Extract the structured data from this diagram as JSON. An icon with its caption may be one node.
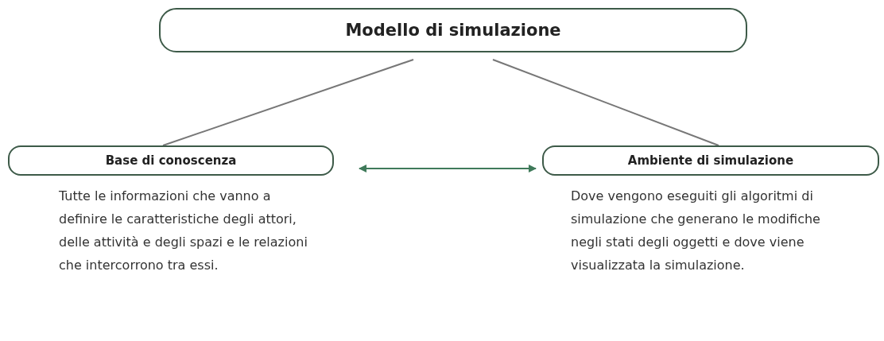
{
  "diagram": {
    "nodes": [
      {
        "text": [
          "Modello di simulazione"
        ]
      },
      {
        "text": [
          "Base di conoscenza"
        ],
        "beside": [
          "Tutte le informazioni che vanno a definire le caratteristiche degli attori, delle attività e degli spazi e le relazioni che intercorrono tra essi."
        ]
      },
      {
        "text": [
          "Ambiente di simulazione"
        ],
        "beside": [
          "Dove vengono eseguiti gli algoritmi di simulazione che generano le modifiche negli stati degli oggetti e dove viene visualizzata la simulazione."
        ]
      }
    ],
    "edges": [
      {
        "from": 0,
        "to": 1,
        "arrow": "none"
      },
      {
        "from": 0,
        "to": 2,
        "arrow": "none"
      },
      {
        "from": 1,
        "to": 2,
        "arrow": "both",
        "color": "#3f7a5a"
      }
    ]
  }
}
